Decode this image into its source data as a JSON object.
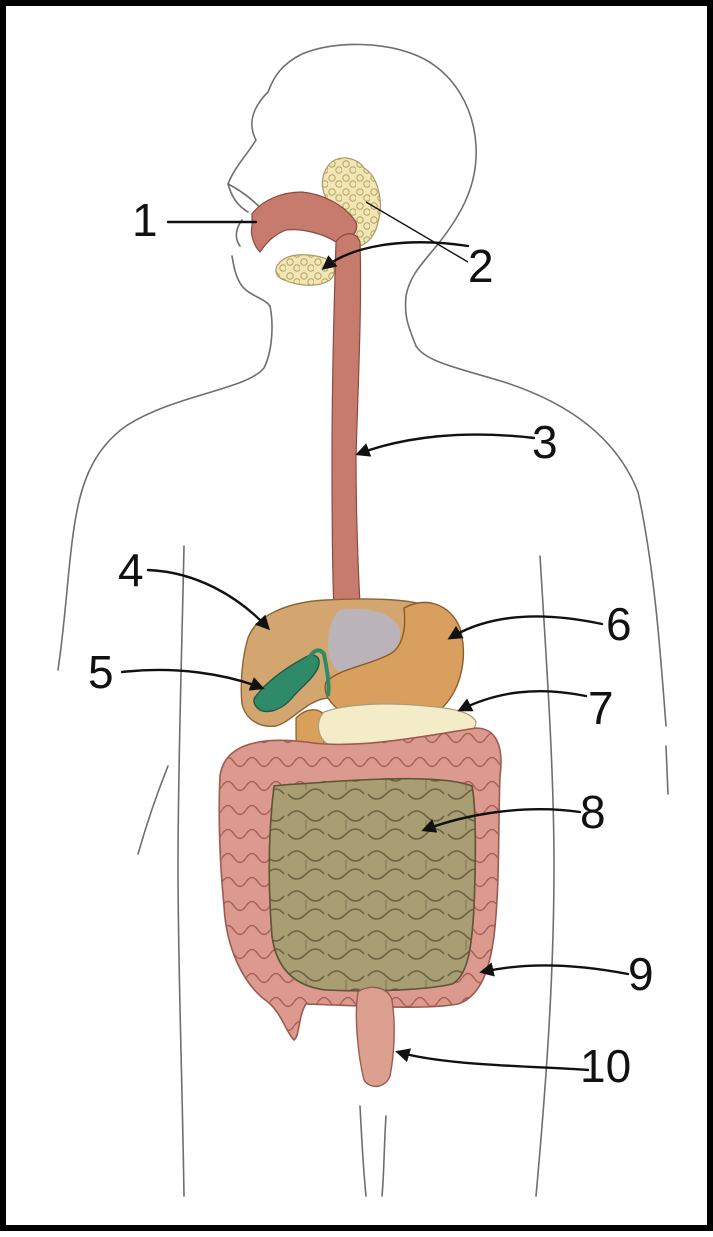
{
  "labels": [
    {
      "id": "1",
      "text": "1"
    },
    {
      "id": "2",
      "text": "2"
    },
    {
      "id": "3",
      "text": "3"
    },
    {
      "id": "4",
      "text": "4"
    },
    {
      "id": "5",
      "text": "5"
    },
    {
      "id": "6",
      "text": "6"
    },
    {
      "id": "7",
      "text": "7"
    },
    {
      "id": "8",
      "text": "8"
    },
    {
      "id": "9",
      "text": "9"
    },
    {
      "id": "10",
      "text": "10"
    }
  ],
  "colors": {
    "border": "#000000",
    "body_outline": "#6e6e6e",
    "mouth_esophagus": "#c77b6c",
    "salivary_gland": "#f1e3a8",
    "liver": "#d2a46c",
    "stomach": "#d9a05c",
    "gallbladder": "#2f8a6a",
    "pancreas": "#f3ebc8",
    "small_intestine": "#a59a70",
    "large_intestine": "#d9958a",
    "rectum": "#dca090"
  }
}
